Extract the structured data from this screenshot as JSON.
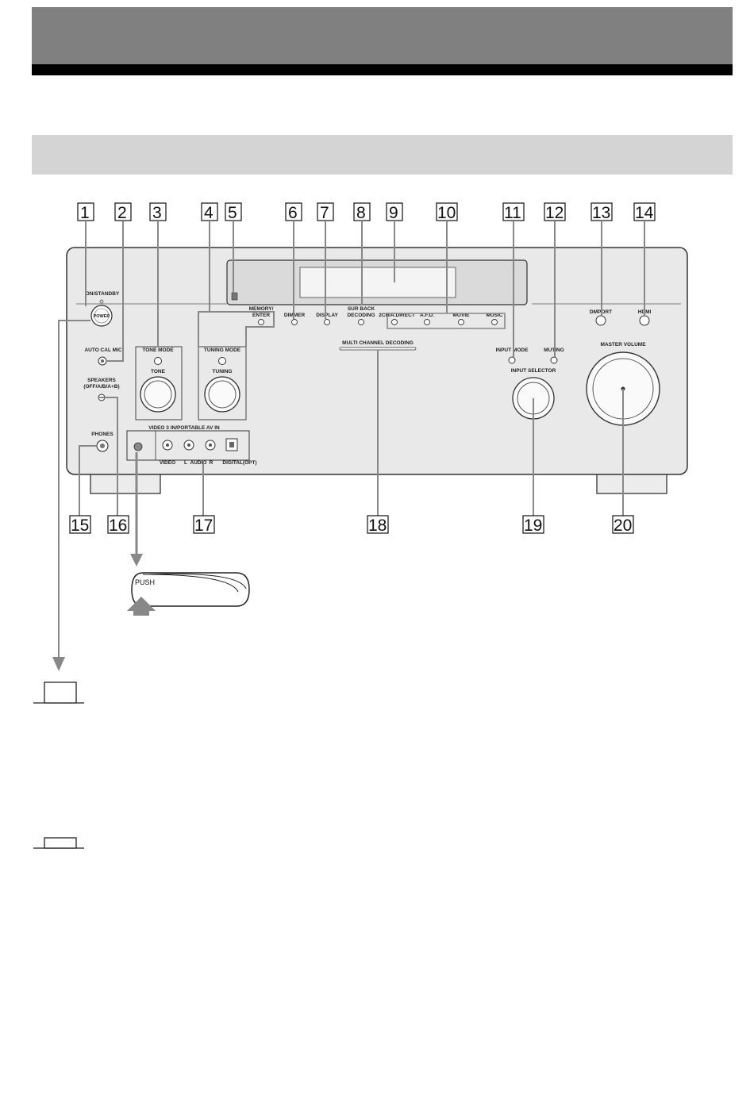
{
  "callouts": [
    "1",
    "2",
    "3",
    "4",
    "5",
    "6",
    "7",
    "8",
    "9",
    "10",
    "11",
    "12",
    "13",
    "14",
    "15",
    "16",
    "17",
    "18",
    "19",
    "20"
  ],
  "labels": {
    "on_standby": "ON/STANDBY",
    "power": "POWER",
    "memory_enter_1": "MEMORY/",
    "memory_enter_2": "ENTER",
    "dimmer": "DIMMER",
    "display": "DISPLAY",
    "sur_back_1": "SUR BACK",
    "sur_back_2": "DECODING",
    "two_ch": "2CH/A.DIRECT",
    "afd": "A.F.D.",
    "movie": "MOVIE",
    "music": "MUSIC",
    "dmport": "DMPORT",
    "hdmi": "HDMI",
    "auto_cal_mic": "AUTO CAL MIC",
    "tone_mode": "TONE MODE",
    "tone": "TONE",
    "tuning_mode": "TUNING MODE",
    "tuning": "TUNING",
    "multi_channel": "MULTI CHANNEL DECODING",
    "input_mode": "INPUT MODE",
    "muting": "MUTING",
    "master_volume": "MASTER VOLUME",
    "input_selector": "INPUT SELECTOR",
    "speakers_1": "SPEAKERS",
    "speakers_2": "(OFF/A/B/A+B)",
    "phones": "PHONES",
    "video3": "VIDEO 3 IN/PORTABLE AV IN",
    "video": "VIDEO",
    "audio_l": "L",
    "audio": "AUDIO",
    "audio_r": "R",
    "digital_opt": "DIGITAL(OPT)",
    "push": "PUSH"
  }
}
